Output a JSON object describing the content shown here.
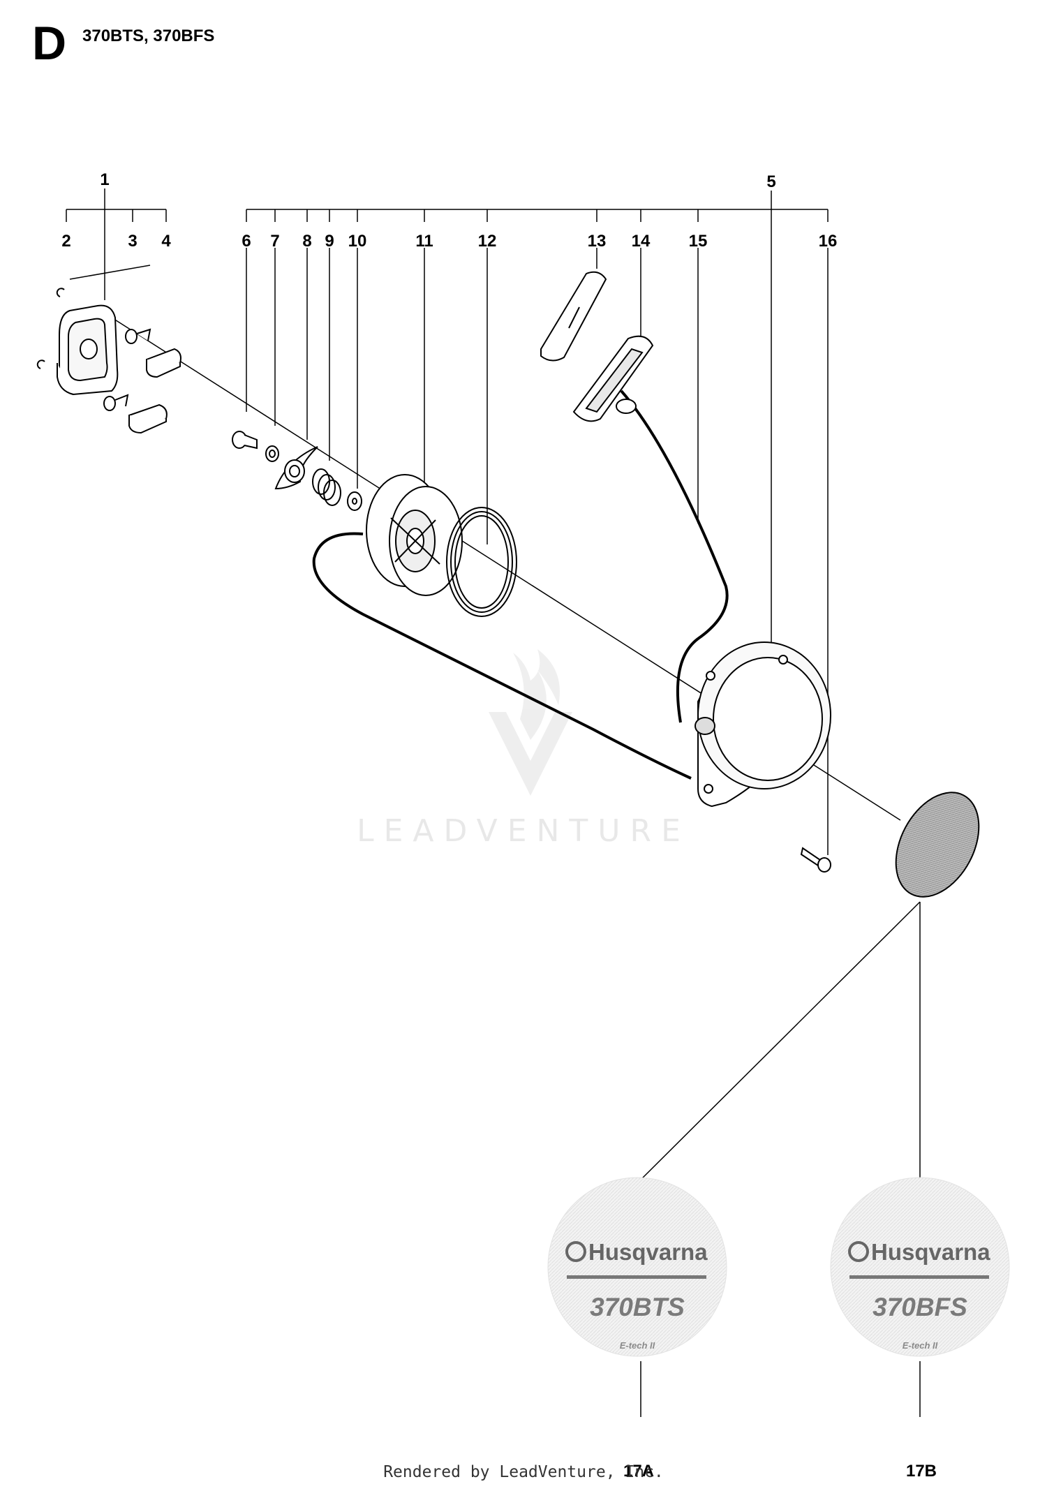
{
  "section_letter": "D",
  "model_title": "370BTS, 370BFS",
  "watermark": "LEADVENTURE",
  "footer": "Rendered by LeadVenture, Inc.",
  "callouts": [
    "1",
    "2",
    "3",
    "4",
    "5",
    "6",
    "7",
    "8",
    "9",
    "10",
    "11",
    "12",
    "13",
    "14",
    "15",
    "16",
    "17A",
    "17B"
  ],
  "decals": [
    {
      "brand": "Husqvarna",
      "model": "370BTS",
      "sub": "E-tech II"
    },
    {
      "brand": "Husqvarna",
      "model": "370BFS",
      "sub": "E-tech II"
    }
  ]
}
